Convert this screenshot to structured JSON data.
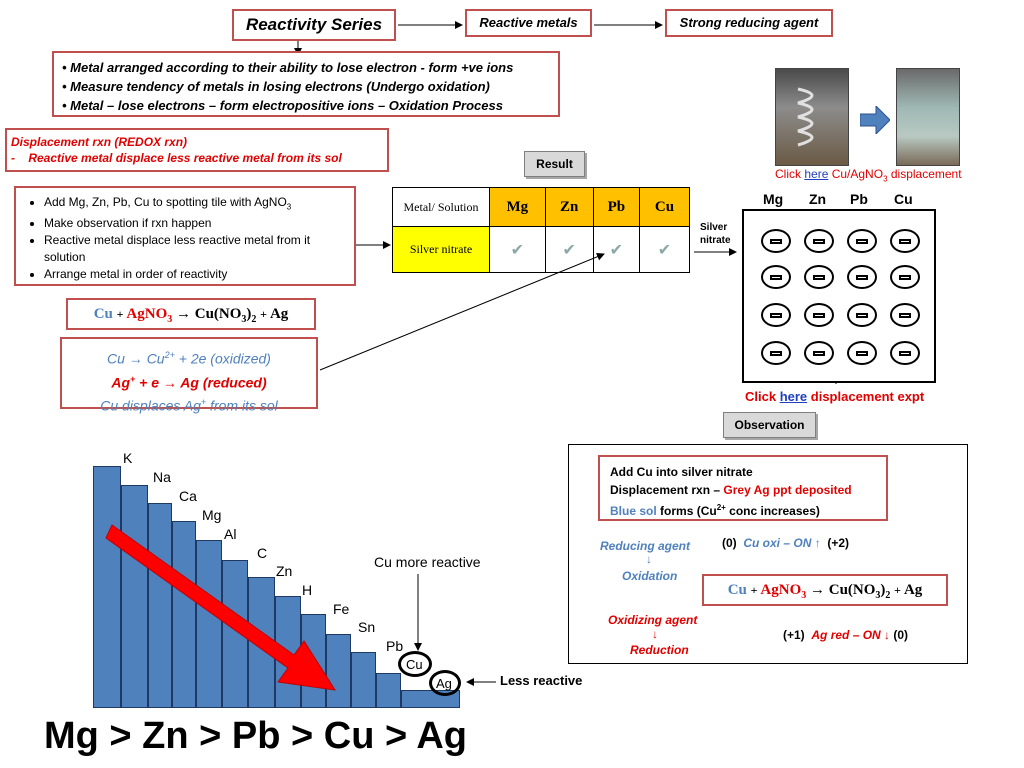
{
  "header": {
    "title": "Reactivity Series",
    "reactive_metals": "Reactive metals",
    "reducing_agent": "Strong reducing agent"
  },
  "bullets_top": [
    "Metal  arranged according to their ability to lose electron - form +ve ions",
    "Measure tendency of metals in losing electrons (Undergo oxidation)",
    "Metal – lose electrons – form electropositive ions – Oxidation Process"
  ],
  "displacement": {
    "title": "Displacement rxn (REDOX rxn)",
    "desc": "-    Reactive metal displace less reactive metal from its sol"
  },
  "procedure": [
    "Add Mg, Zn, Pb, Cu to spotting tile with AgNO3",
    "Make observation if rxn happen",
    "Reactive metal displace less reactive metal from it solution",
    "Arrange metal in order of reactivity"
  ],
  "equation_main": {
    "cu": "Cu",
    "plus1": "+",
    "agno3": "AgNO",
    "sub3": "3",
    "arrow": "→",
    "cuno3": "Cu(NO",
    "cuno3_sub": "3",
    "cuno3_close": ")",
    "cuno3_sub2": "2",
    "plus2": "+",
    "ag": "Ag"
  },
  "half_equations": {
    "line1": "Cu  →  Cu",
    "line1_sup": "2+",
    "line1_rest": " + 2e (oxidized)",
    "line2": "Ag",
    "line2_sup": "+",
    "line2_rest": " + e → Ag   (reduced)",
    "line3": "Cu displaces Ag",
    "line3_sup": "+",
    "line3_rest": " from its sol"
  },
  "result_button": "Result",
  "result_table": {
    "corner": "Metal/ Solution",
    "metals": [
      "Mg",
      "Zn",
      "Pb",
      "Cu"
    ],
    "row_label": "Silver nitrate",
    "checks": [
      "✔",
      "✔",
      "✔",
      "✔"
    ]
  },
  "tile": {
    "metals": [
      "Mg",
      "Zn",
      "Pb",
      "Cu"
    ],
    "side_label": "Silver nitrate",
    "link_prefix": "Click ",
    "link_text": "here",
    "link_suffix": " displacement expt"
  },
  "photo_caption": {
    "prefix": "Click ",
    "link": "here",
    "rest": " Cu/AgNO",
    "sub": "3",
    "suffix": " displacement"
  },
  "observation_button": "Observation",
  "observation": {
    "line1": "Add Cu into silver nitrate",
    "line2_a": "Displacement rxn – ",
    "line2_b": "Grey Ag ppt deposited",
    "line3_a": "Blue sol",
    "line3_b": " forms (Cu",
    "line3_sup": "2+",
    "line3_c": " conc increases)",
    "reducing_agent": "Reducing agent",
    "oxidation": "Oxidation",
    "oxidizing_agent": "Oxidizing agent",
    "reduction": "Reduction",
    "down_arrow": "↓",
    "ox_label_a": "(0)",
    "ox_label_b": "Cu oxi – ON ↑",
    "ox_label_c": "(+2)",
    "red_label_a": "(+1)",
    "red_label_b": "Ag red – ON ↓",
    "red_label_c": "(0)"
  },
  "series": {
    "elements": [
      "K",
      "Na",
      "Ca",
      "Mg",
      "Al",
      "C",
      "Zn",
      "H",
      "Fe",
      "Sn",
      "Pb",
      "Cu",
      "Ag"
    ],
    "cu_more": "Cu more reactive",
    "less_reactive": "Less reactive",
    "bottom": "Mg > Zn > Pb > Cu > Ag"
  },
  "colors": {
    "accent_red": "#c0504d",
    "blue": "#4f81bd",
    "gold": "#ffc000",
    "yellow": "#ffff00"
  }
}
